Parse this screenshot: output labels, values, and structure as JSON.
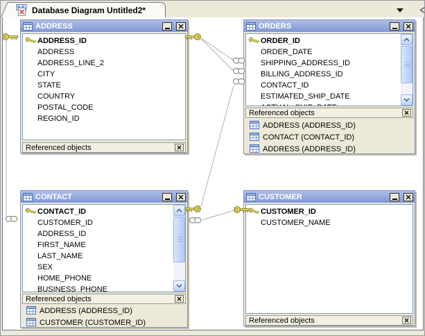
{
  "tab": {
    "title": "Database Diagram Untitled2*"
  },
  "colors": {
    "titlebar_blue": "#8CA2DC",
    "window_beige": "#ECE9D8",
    "canvas_white": "#FFFFFF",
    "listbox_border": "#7F9DB9",
    "connector_gray": "#B3B0A6",
    "key_yellow": "#EFDF54"
  },
  "windows": {
    "address": {
      "title": "ADDRESS",
      "fields": [
        {
          "name": "ADDRESS_ID",
          "pk": true
        },
        {
          "name": "ADDRESS"
        },
        {
          "name": "ADDRESS_LINE_2"
        },
        {
          "name": "CITY"
        },
        {
          "name": "STATE"
        },
        {
          "name": "COUNTRY"
        },
        {
          "name": "POSTAL_CODE"
        },
        {
          "name": "REGION_ID"
        }
      ],
      "referenced_label": "Referenced objects",
      "referenced": []
    },
    "orders": {
      "title": "ORDERS",
      "fields": [
        {
          "name": "ORDER_ID",
          "pk": true
        },
        {
          "name": "ORDER_DATE"
        },
        {
          "name": "SHIPPING_ADDRESS_ID"
        },
        {
          "name": "BILLING_ADDRESS_ID"
        },
        {
          "name": "CONTACT_ID"
        },
        {
          "name": "ESTIMATED_SHIP_DATE"
        },
        {
          "name": "ACTUAL_SHIP_DATE"
        }
      ],
      "referenced_label": "Referenced objects",
      "referenced": [
        "ADDRESS (ADDRESS_ID)",
        "CONTACT (CONTACT_ID)",
        "ADDRESS (ADDRESS_ID)"
      ]
    },
    "contact": {
      "title": "CONTACT",
      "fields": [
        {
          "name": "CONTACT_ID",
          "pk": true
        },
        {
          "name": "CUSTOMER_ID"
        },
        {
          "name": "ADDRESS_ID"
        },
        {
          "name": "FIRST_NAME"
        },
        {
          "name": "LAST_NAME"
        },
        {
          "name": "SEX"
        },
        {
          "name": "HOME_PHONE"
        },
        {
          "name": "BUSINESS_PHONE"
        }
      ],
      "referenced_label": "Referenced objects",
      "referenced": [
        "ADDRESS (ADDRESS_ID)",
        "CUSTOMER (CUSTOMER_ID)"
      ]
    },
    "customer": {
      "title": "CUSTOMER",
      "fields": [
        {
          "name": "CUSTOMER_ID",
          "pk": true
        },
        {
          "name": "CUSTOMER_NAME"
        }
      ],
      "referenced_label": "Referenced objects",
      "referenced": []
    }
  }
}
